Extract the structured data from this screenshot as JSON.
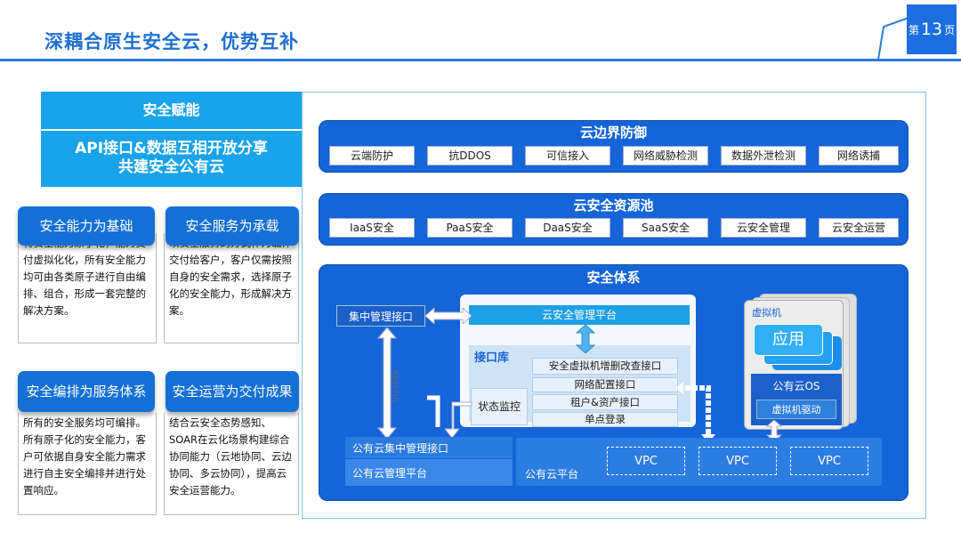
{
  "header": {
    "title": "深耦合原生安全云，优势互补",
    "page_prefix": "第",
    "page_num": "13",
    "page_suffix": "页"
  },
  "left": {
    "enable_title": "安全赋能",
    "enable_sub1": "API接口&数据互相开放分享",
    "enable_sub2": "共建安全公有云",
    "cards": [
      {
        "label": "安全能力为基础",
        "text": "将安全能力原子化，能力交付虚拟化化，所有安全能力均可由各类原子进行自由编排、组合，形成一套完整的解决方案。"
      },
      {
        "label": "安全服务为承载",
        "text": "以安全服务的方式作为载体交付给客户，客户仅需按照自身的安全需求，选择原子化的安全能力，形成解决方案。"
      },
      {
        "label": "安全编排为服务体系",
        "text": "所有的安全服务均可编排。所有原子化的安全能力，客户可依据自身安全能力需求进行自主安全编排并进行处置响应。"
      },
      {
        "label": "安全运营为交付成果",
        "text": "结合云安全态势感知、SOAR在云化场景构建综合协同能力（云地协同、云边协同、多云协同），提高云安全运营能力。"
      }
    ]
  },
  "boundary": {
    "title": "云边界防御",
    "items": [
      "云端防护",
      "抗DDOS",
      "可信接入",
      "网络威胁检测",
      "数据外泄检测",
      "网络诱捕"
    ]
  },
  "pool": {
    "title": "云安全资源池",
    "items": [
      "IaaS安全",
      "PaaS安全",
      "DaaS安全",
      "SaaS安全",
      "云安全管理",
      "云安全运营"
    ]
  },
  "system": {
    "title": "安全体系",
    "central_api": "集中管理接口",
    "mgmt_platform": "云安全管理平台",
    "restful": "RESTFUL",
    "lib_title": "接口库",
    "lib_items": [
      "安全虚拟机增删改查接口",
      "网络配置接口",
      "租户&资产接口",
      "单点登录"
    ],
    "status": "状态监控",
    "vm_label": "虚拟机",
    "app": "应用",
    "os": "公有云OS",
    "driver": "虚拟机驱动",
    "public_api": "公有云集中管理接口",
    "public_mgmt": "公有云管理平台",
    "public_platform": "公有云平台",
    "vpc": [
      "VPC",
      "VPC",
      "VPC"
    ]
  }
}
